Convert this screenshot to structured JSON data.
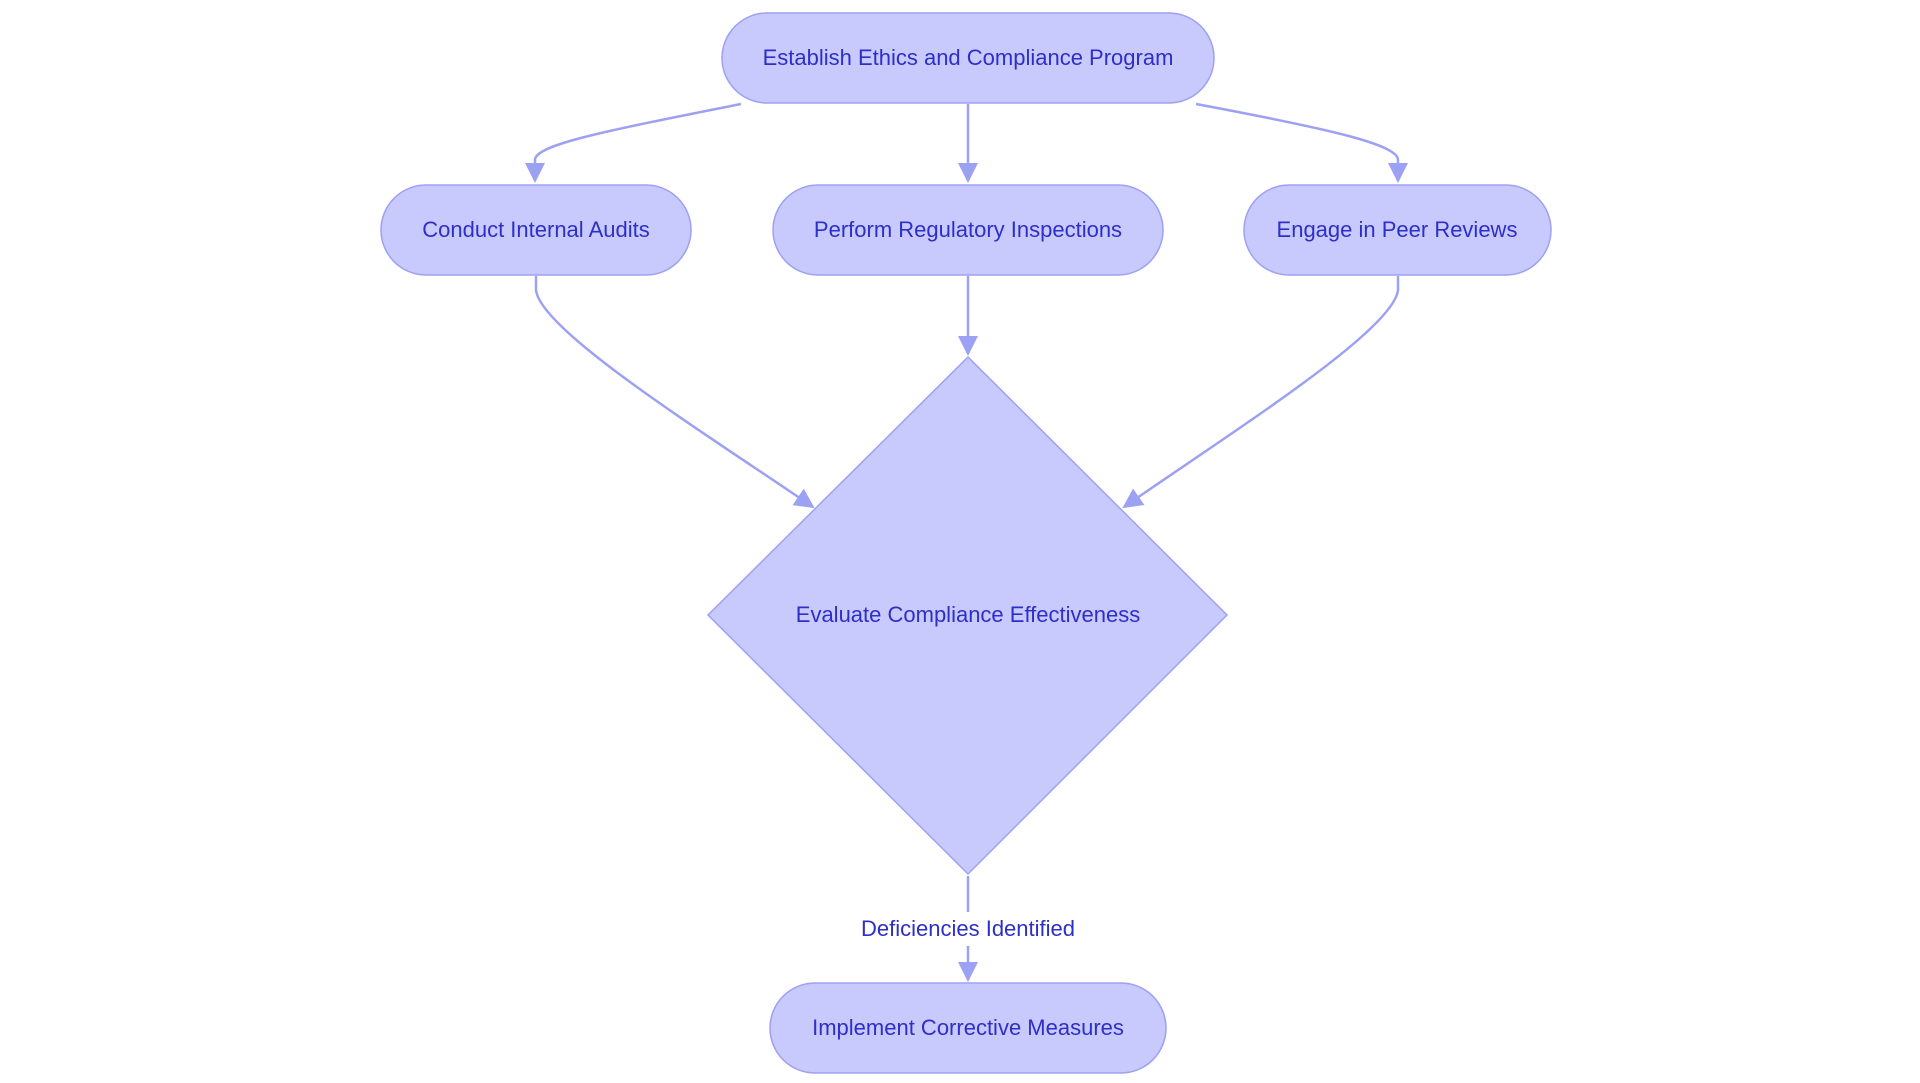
{
  "colors": {
    "node_fill": "#c8cafd",
    "node_stroke": "#9da1f3",
    "edge_stroke": "#9da1f3",
    "text": "#2e2ec8"
  },
  "nodes": {
    "establish": "Establish Ethics and Compliance Program",
    "audits": "Conduct Internal Audits",
    "inspections": "Perform Regulatory Inspections",
    "peer": "Engage in Peer Reviews",
    "evaluate": "Evaluate Compliance Effectiveness",
    "corrective": "Implement Corrective Measures"
  },
  "edges": [
    {
      "from": "establish",
      "to": "audits",
      "label": ""
    },
    {
      "from": "establish",
      "to": "inspections",
      "label": ""
    },
    {
      "from": "establish",
      "to": "peer",
      "label": ""
    },
    {
      "from": "audits",
      "to": "evaluate",
      "label": ""
    },
    {
      "from": "inspections",
      "to": "evaluate",
      "label": ""
    },
    {
      "from": "peer",
      "to": "evaluate",
      "label": ""
    },
    {
      "from": "evaluate",
      "to": "corrective",
      "label": "Deficiencies Identified"
    }
  ]
}
